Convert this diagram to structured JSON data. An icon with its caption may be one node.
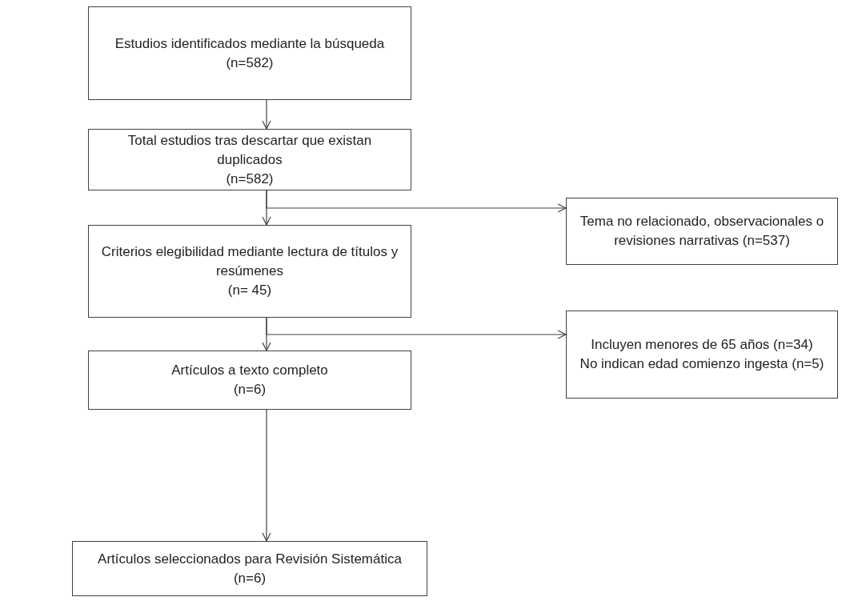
{
  "diagram": {
    "nodes": [
      {
        "text": [
          "Estudios identificados mediante la búsqueda",
          "(n=582)"
        ]
      },
      {
        "text": [
          "Total estudios tras descartar que existan duplicados",
          "(n=582)"
        ]
      },
      {
        "text": [
          "Tema no relacionado, observacionales o revisiones narrativas (n=537)"
        ]
      },
      {
        "text": [
          "Criterios elegibilidad mediante lectura de títulos y resúmenes",
          "(n= 45)"
        ]
      },
      {
        "text": [
          "Incluyen menores de 65 años (n=34)",
          "No indican edad comienzo ingesta (n=5)"
        ]
      },
      {
        "text": [
          "Artículos a texto completo",
          "(n=6)"
        ]
      },
      {
        "text": [
          "Artículos seleccionados para Revisión Sistemática",
          "(n=6)"
        ]
      }
    ],
    "edges": [
      {
        "from": 0,
        "to": 1,
        "arrow": "to"
      },
      {
        "from": 1,
        "to": 3,
        "arrow": "to"
      },
      {
        "from": 1,
        "to": 2,
        "arrow": "to"
      },
      {
        "from": 3,
        "to": 5,
        "arrow": "to"
      },
      {
        "from": 3,
        "to": 4,
        "arrow": "to"
      },
      {
        "from": 5,
        "to": 6,
        "arrow": "to"
      }
    ]
  }
}
